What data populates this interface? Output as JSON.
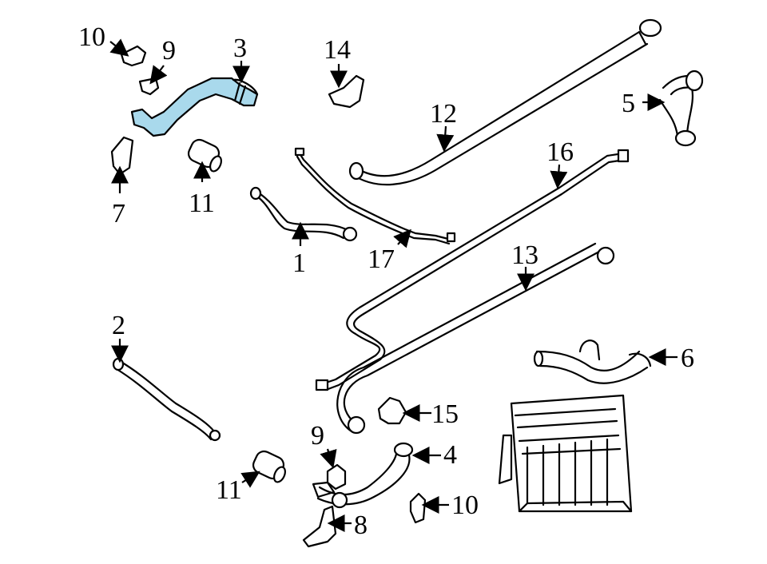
{
  "colors": {
    "highlight": "#a9d9ec",
    "line": "#000000",
    "background": "#ffffff"
  },
  "callouts": {
    "c1": "1",
    "c2": "2",
    "c3": "3",
    "c4": "4",
    "c5": "5",
    "c6": "6",
    "c7": "7",
    "c8": "8",
    "c9a": "9",
    "c9b": "9",
    "c10a": "10",
    "c10b": "10",
    "c11a": "11",
    "c11b": "11",
    "c12": "12",
    "c13": "13",
    "c14": "14",
    "c15": "15",
    "c16": "16",
    "c17": "17"
  }
}
